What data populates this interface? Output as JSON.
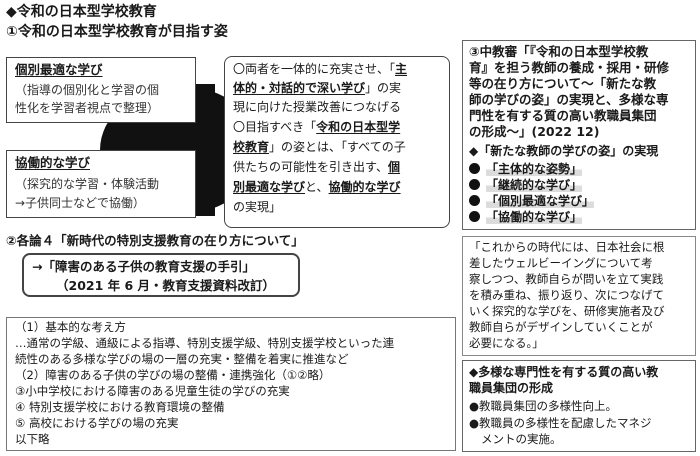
{
  "header": {
    "title": "◆令和の日本型学校教育",
    "subtitle": "①令和の日本型学校教育が目指す姿"
  },
  "individual": {
    "heading": "個別最適な学び",
    "lines": [
      "（指導の個別化と学習の個",
      "性化を学習者視点で整理）"
    ]
  },
  "collaborative": {
    "heading": "協働的な学び",
    "lines": [
      "（探究的な学習・体験活動",
      "→子供同士などで協働）"
    ]
  },
  "center": {
    "l1_pre": "〇両者を一体的に充実させ、「",
    "l1_bold": "主",
    "l2_bold": "体的・対話的で深い学び",
    "l2_post": "」の実",
    "l3": "現に向けた授業改善につなげる",
    "l4_pre": "〇目指すべき「",
    "l4_bold": "令和の日本型学",
    "l5_bold": "校教育",
    "l5_post": "」の姿とは、「すべての子",
    "l6": "供たちの可能性を引き出す、",
    "l6_bold": "個",
    "l7_bold": "別最適な学び",
    "l7_mid": "と、",
    "l7_bold2": "協働的な学び",
    "l8": "の実現」"
  },
  "ronsetsu": {
    "title": "②各論４「新時代の特別支援教育の在り方について」",
    "arrow_line1": "→「障害のある子供の教育支援の手引」",
    "arrow_line2": "（2021 年 6 月・教育支援資料改訂）"
  },
  "details": {
    "lines": [
      "（1）基本的な考え方",
      "…通常の学級、通級による指導、特別支援学級、特別支援学校といった連",
      "続性のある多様な学びの場の一層の充実・整備を着実に推進など",
      "（2）障害のある子供の学びの場の整備・連携強化（①②略）",
      "③小中学校における障害のある児童生徒の学びの充実",
      "④ 特別支援学校における教育環境の整備",
      "⑤ 高校における学びの場の充実",
      "以下略"
    ]
  },
  "chukyo": {
    "lines": [
      "③中教審「『令和の日本型学校教",
      "育』を担う教師の養成・採用・研修",
      "等の在り方について～「新たな教",
      "師の学びの姿」の実現と、多様な専",
      "門性を有する質の高い教職員集団",
      "の形成～」(2022 12)"
    ],
    "subhead": "◆「新たな教師の学びの姿」の実現",
    "items": [
      "「主体的な姿勢」",
      "「継続的な学び」",
      "「個別最適な学び」",
      "「協働的な学び」"
    ]
  },
  "quote": {
    "lines": [
      "「これからの時代には、日本社会に根",
      "差したウェルビーイングについて考",
      "察しつつ、教師自らが問いを立て実践",
      "を積み重ね、振り返り、次につなげて",
      "いく探究的な学びを、研修実施者及び",
      "教師自らがデザインしていくことが",
      "必要になる。」"
    ]
  },
  "diverse": {
    "title1": "◆多様な専門性を有する質の高い教",
    "title2": "職員集団の形成",
    "item1": "●教職員集団の多様性向上。",
    "item2a": "●教職員の多様性を配慮したマネジ",
    "item2b": "メントの実施。"
  }
}
